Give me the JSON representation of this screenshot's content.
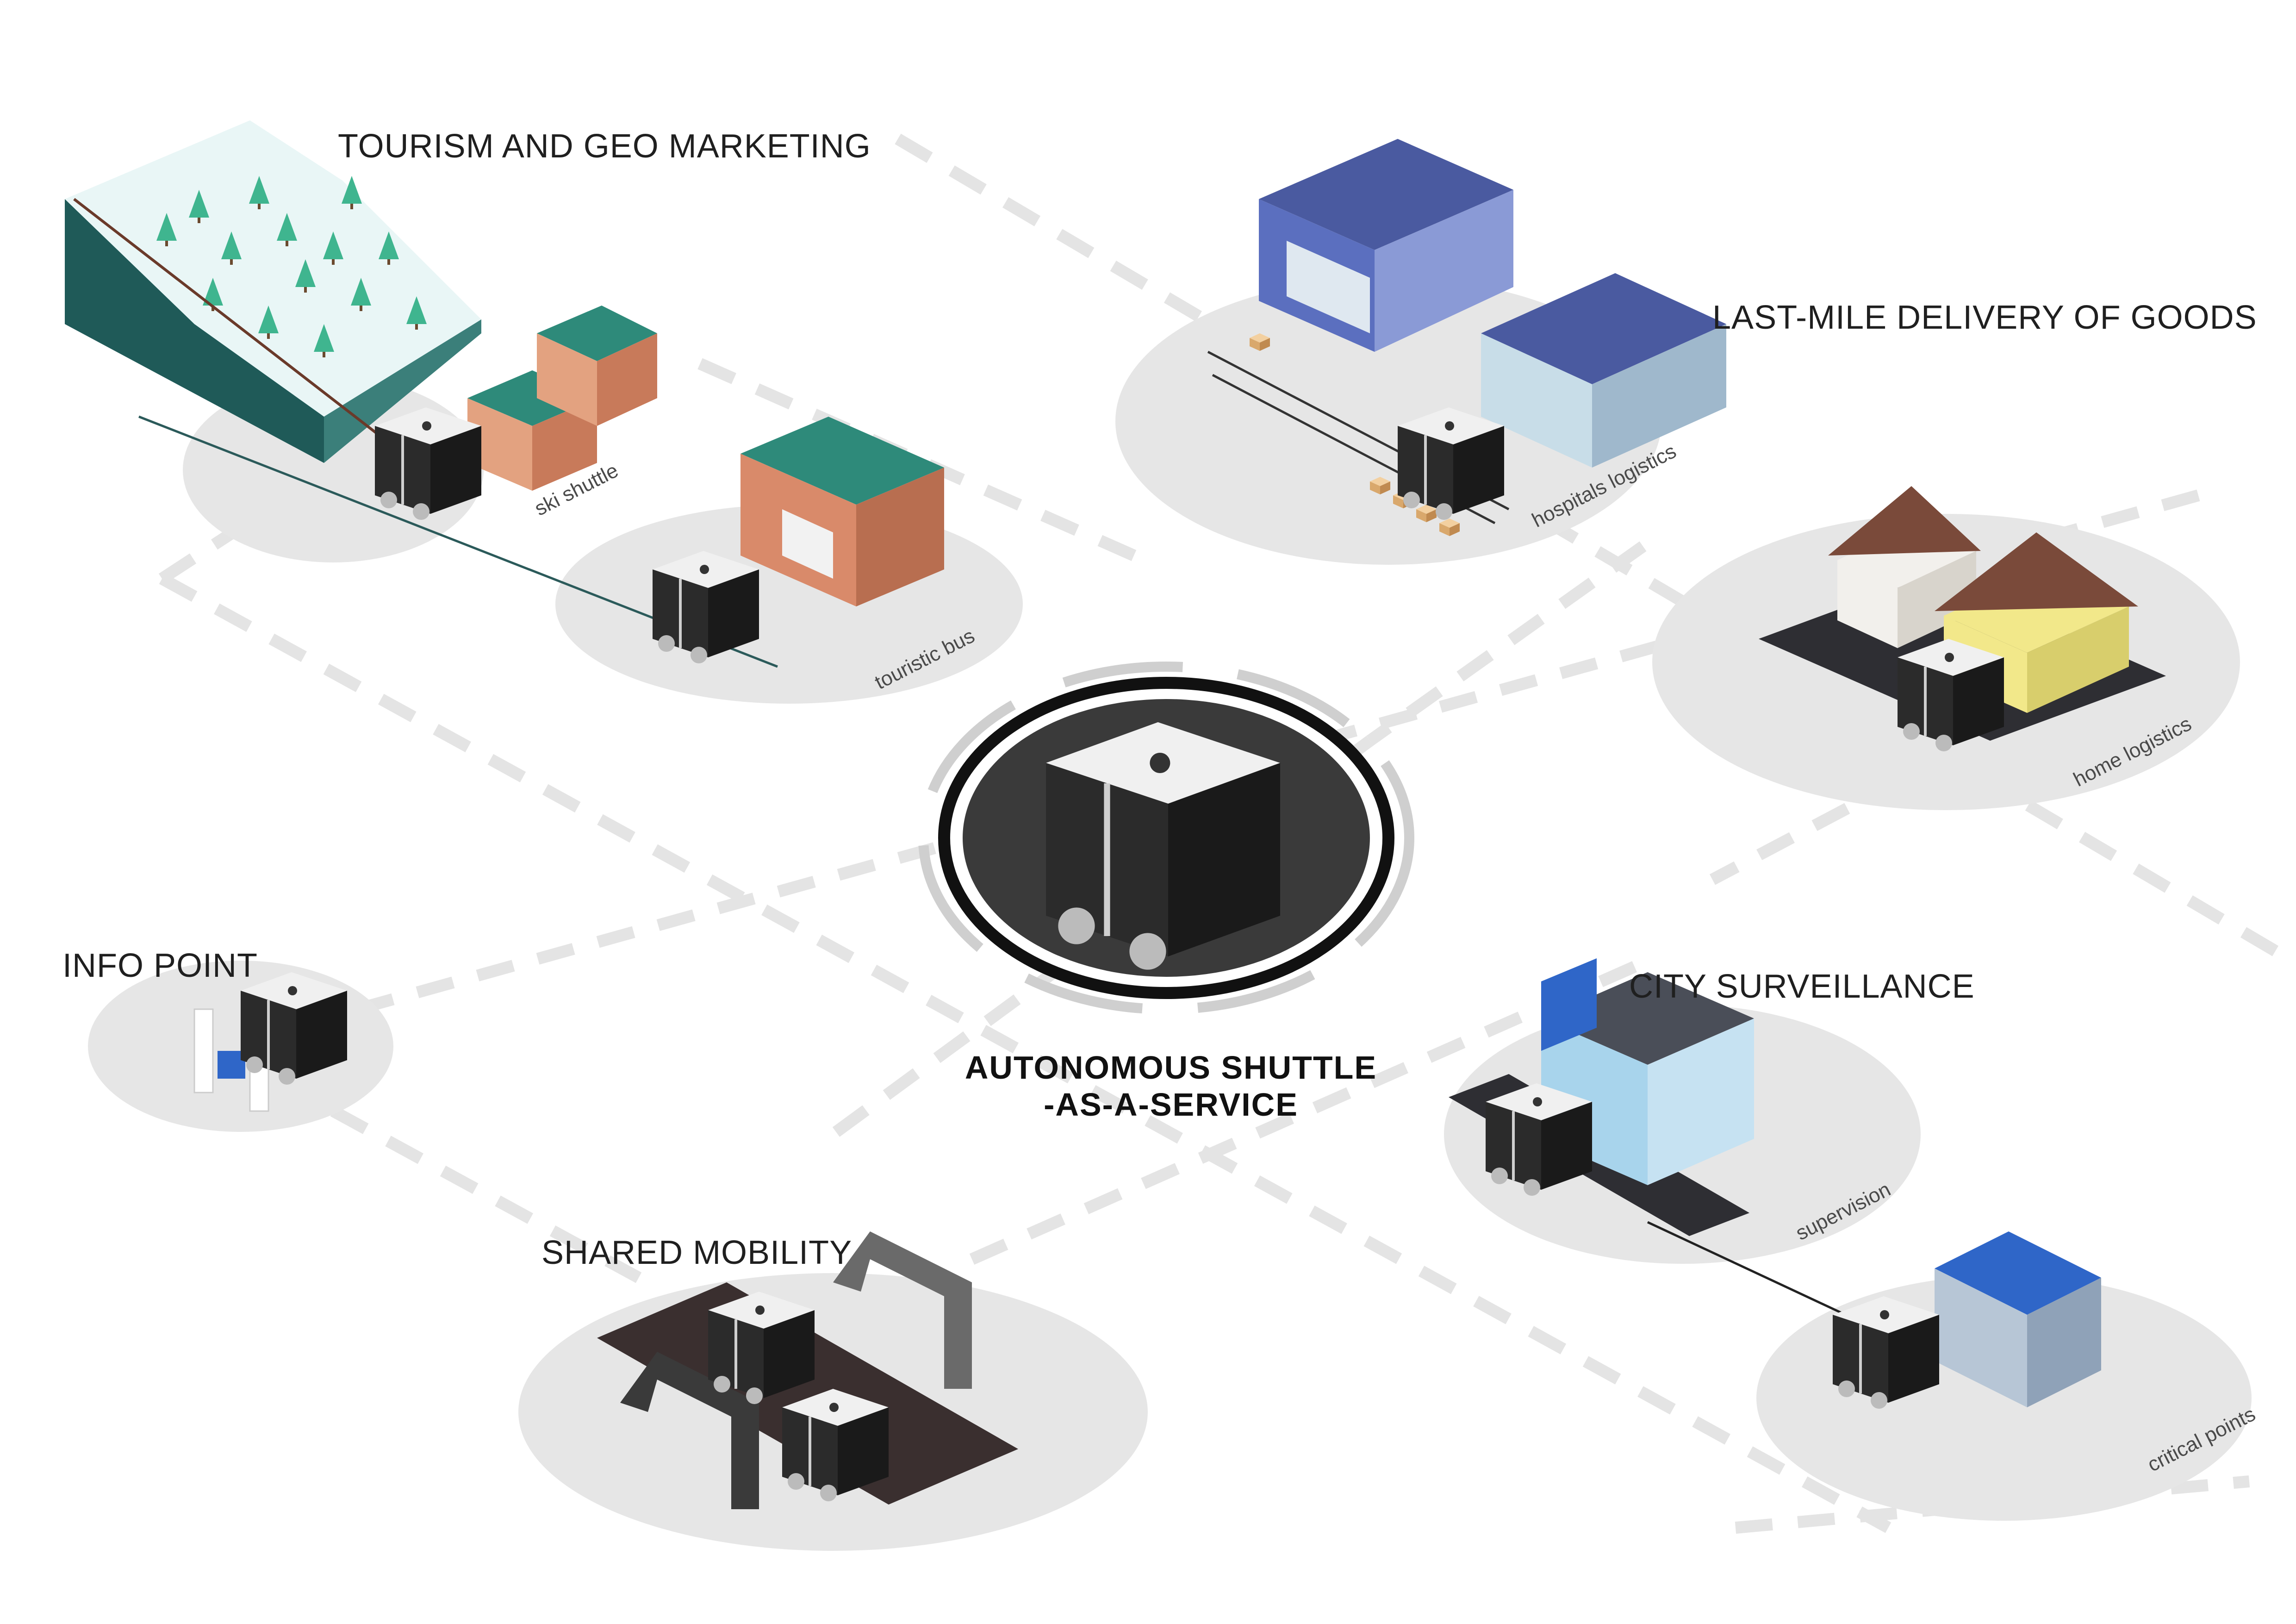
{
  "center": {
    "title_line1": "AUTONOMOUS SHUTTLE",
    "title_line2": "-AS-A-SERVICE"
  },
  "categories": {
    "tourism": "TOURISM AND GEO MARKETING",
    "last_mile": "LAST-MILE DELIVERY OF GOODS",
    "info_point": "INFO POINT",
    "city_surveillance": "CITY SURVEILLANCE",
    "shared_mobility": "SHARED MOBILITY"
  },
  "sublabels": {
    "ski_shuttle": "ski shuttle",
    "touristic_bus": "touristic bus",
    "hospitals_logistics": "hospitals logistics",
    "home_logistics": "home logistics",
    "supervision": "supervision",
    "critical_points": "critical points"
  },
  "colors": {
    "platform": "#e6e6e6",
    "dash": "#e4e4e4",
    "center_disc": "#3a3a3a",
    "shuttle_body": "#2b2b2b",
    "shuttle_roof": "#f0f0f0",
    "building_teal": "#2e8a7a",
    "building_brick": "#d98a6a",
    "lab_wall": "#5b6fbf",
    "house_roof": "#7a4a3a",
    "house_wall": "#f2e88a",
    "police_glass": "#a8d4ec",
    "bank_roof": "#2f66c8"
  },
  "icons": [
    "shuttle-icon",
    "mountain-icon",
    "tree-icon",
    "building-icon",
    "lab-icon",
    "house-icon",
    "kiosk-icon",
    "bus-shelter-icon",
    "police-station-icon",
    "bank-icon",
    "package-icon"
  ]
}
